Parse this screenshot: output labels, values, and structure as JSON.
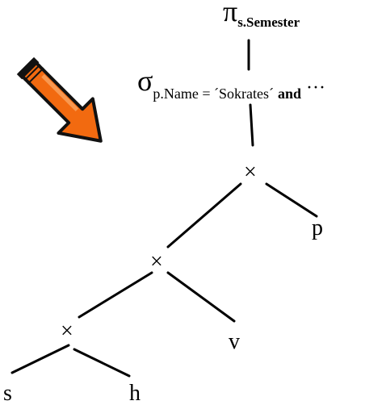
{
  "projection": {
    "symbol": "π",
    "attribute": "s.Semester"
  },
  "selection": {
    "symbol": "σ",
    "condition": "p.Name = ´Sokrates´",
    "connector": "and",
    "ellipsis": "···"
  },
  "cross_products": [
    {
      "symbol": "×"
    },
    {
      "symbol": "×"
    },
    {
      "symbol": "×"
    }
  ],
  "relations": {
    "s": "s",
    "h": "h",
    "v": "v",
    "p": "p"
  },
  "colors": {
    "arrow_fill": "#f26a10",
    "arrow_outline": "#111111",
    "line": "#000000",
    "background": "#ffffff"
  },
  "icons": {
    "pointer": "orange-arrow-icon"
  }
}
